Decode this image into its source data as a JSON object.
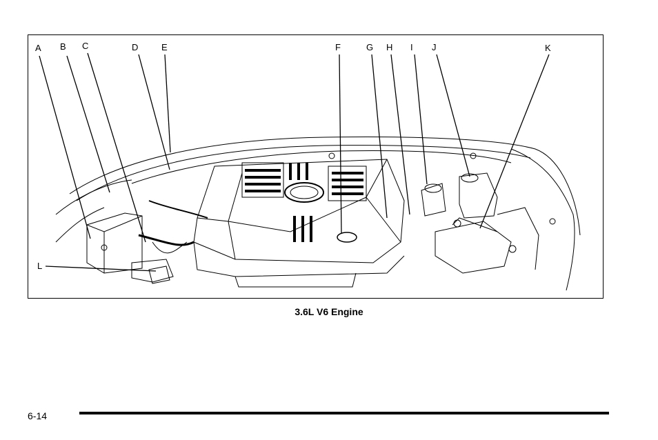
{
  "figure": {
    "caption": "3.6L V6 Engine",
    "callouts": [
      "A",
      "B",
      "C",
      "D",
      "E",
      "F",
      "G",
      "H",
      "I",
      "J",
      "K",
      "L"
    ]
  },
  "footer": {
    "page_number": "6-14"
  }
}
